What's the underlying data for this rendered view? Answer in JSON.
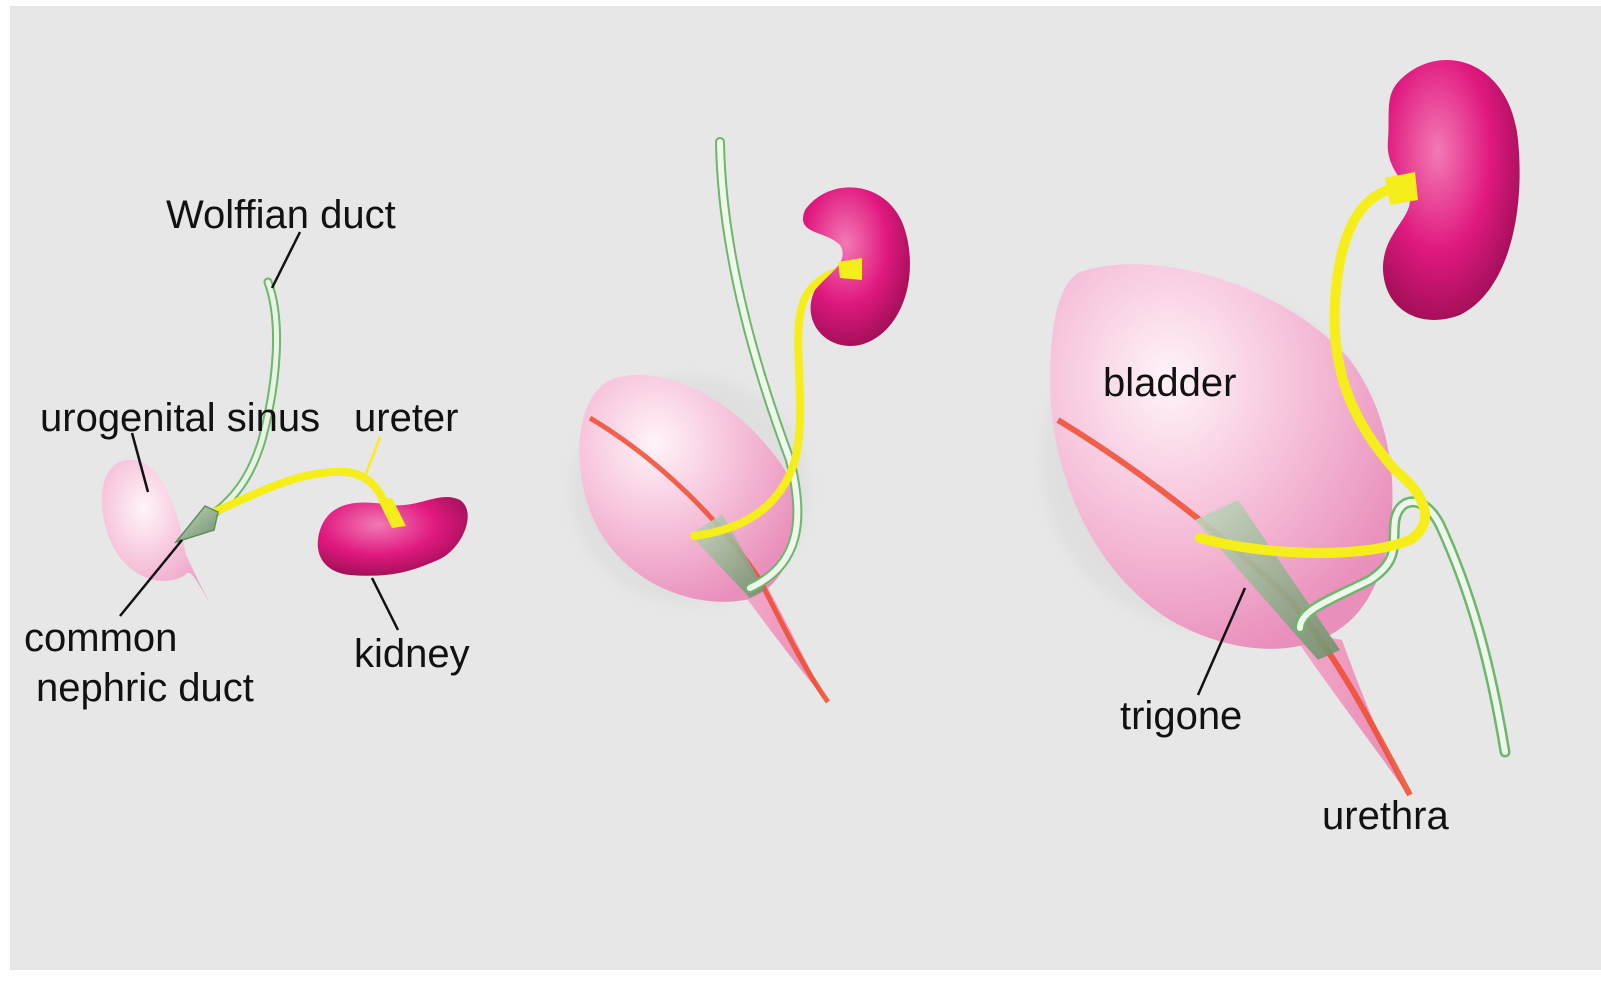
{
  "colors": {
    "background": "#e7e7e7",
    "bladder": "#f6bfd9",
    "kidney": "#e0197f",
    "ureter": "#f5ee1a",
    "wolffian_duct": "#e8f4e3",
    "duct_outline": "#6fb46f",
    "trigone": "#8fae8a",
    "urethra": "#ef4b2f",
    "leader_line": "#111111"
  },
  "labels": {
    "wolffian_duct": "Wolffian duct",
    "urogenital_sinus": "urogenital sinus",
    "ureter": "ureter",
    "common": "common",
    "nephric_duct": "nephric duct",
    "kidney": "kidney",
    "bladder": "bladder",
    "trigone": "trigone",
    "urethra": "urethra"
  },
  "icons": {
    "kidney": "kidney-shape",
    "bladder": "bladder-shape",
    "trigone": "trigone-wedge"
  }
}
